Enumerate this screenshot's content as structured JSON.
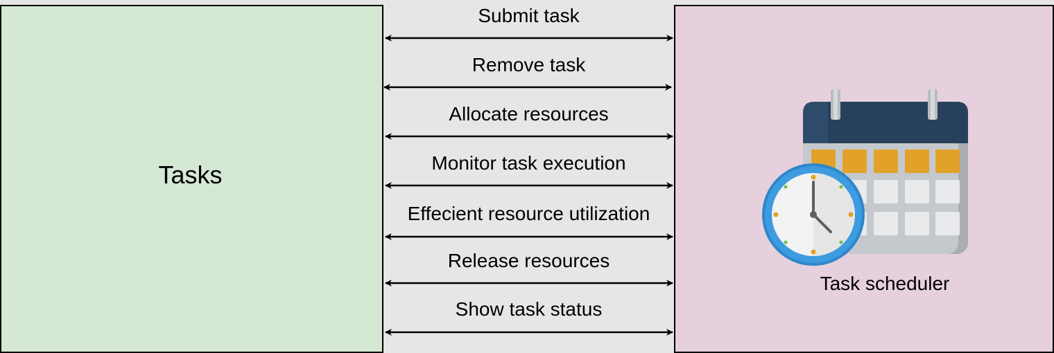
{
  "left_box": {
    "label": "Tasks"
  },
  "right_box": {
    "label": "Task scheduler",
    "icon": "calendar-clock-icon"
  },
  "colors": {
    "left_fill": "#d5e8d4",
    "right_fill": "#e6d0de",
    "background": "#e6e6e6",
    "calendar_header": "#2e4b6b",
    "calendar_accent": "#e2a229",
    "clock_rim": "#3d9be0"
  },
  "interactions": [
    {
      "label": "Submit task"
    },
    {
      "label": "Remove task"
    },
    {
      "label": "Allocate resources"
    },
    {
      "label": "Monitor task execution"
    },
    {
      "label": "Effecient resource utilization"
    },
    {
      "label": "Release resources"
    },
    {
      "label": "Show task status"
    }
  ]
}
